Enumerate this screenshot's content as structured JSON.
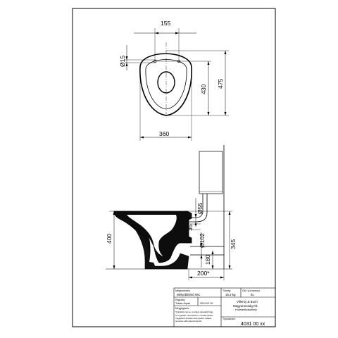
{
  "dimensions": {
    "top_width": "155",
    "hole_dia": "Ø15",
    "inner_length": "430",
    "total_length": "475",
    "width": "360",
    "height": "400",
    "outlet_dia": "Ø55",
    "gap": "35",
    "bend_dia": "Ø102",
    "outlet_height": "180",
    "tank_height": "345",
    "wall_distance": "200*"
  },
  "title_block": {
    "designation_label": "Megnevezés:",
    "designation_value": "Mélyöblítésű WC",
    "weight_label": "Tömeg:",
    "weight_value": "16,2 kg",
    "flush_label": "Öbl. víz mennyi.",
    "flush_value": "6L",
    "drawn_label": "Rajzolta:",
    "drawn_value": "Tobisa Árpád",
    "date_value": "2014.02.10.",
    "company_line1": "Villeroy & Boch",
    "company_line2": "Magyarország Kft.",
    "company_line3": "Hódmezővásárhely",
    "notes_label": "Megjegyzés:",
    "notes_line1": "*Falsíktól mérve, a lefolyó tipusától függ.",
    "notes_line2": "A megadott méretekben a szaniterekben",
    "notes_line3": "megjelenő tűrések érvényesek. Adatok",
    "notes_line4": "tervezés előtt ellenőrizendő!",
    "article_label": "Típusszám:",
    "article_value": "4031 00 xx"
  }
}
